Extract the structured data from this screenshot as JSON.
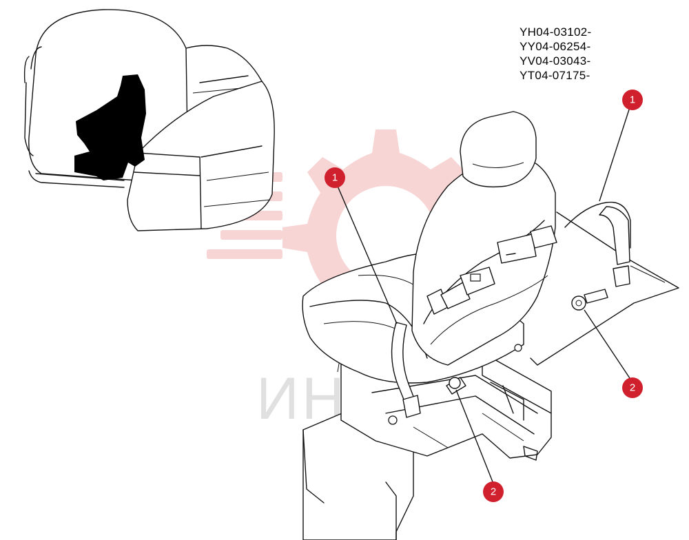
{
  "serial_numbers": [
    "YH04-03102-",
    "YY04-06254-",
    "YV04-03043-",
    "YT04-07175-"
  ],
  "watermark": {
    "text": "ИНТЕХ",
    "gear_color": "#f2b3b3",
    "text_color": "#d0d0d0"
  },
  "callouts": [
    {
      "label": "1"
    },
    {
      "label": "1"
    },
    {
      "label": "2"
    },
    {
      "label": "2"
    }
  ],
  "colors": {
    "callout_fill": "#d0202e",
    "line": "#111111"
  }
}
